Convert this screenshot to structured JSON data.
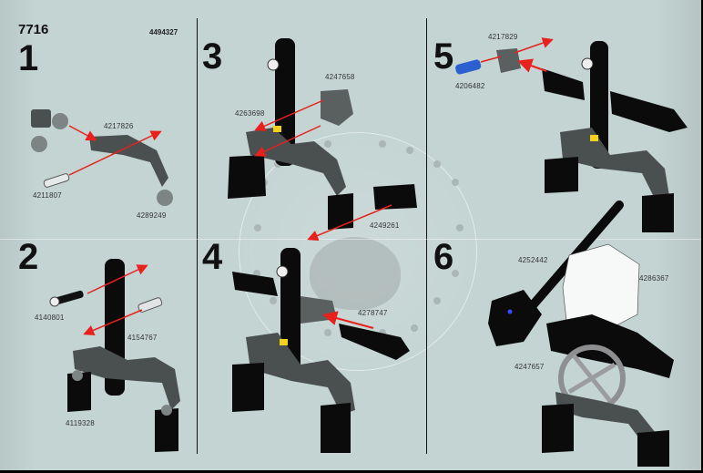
{
  "document": {
    "type": "assembly instruction page",
    "set_number": "7716",
    "booklet_code": "4494327",
    "background_color": "#c3d4d2",
    "accent_arrow_color": "#e8211c"
  },
  "steps": [
    {
      "number": "1",
      "parts": [
        "4217826",
        "4211807",
        "4289249"
      ]
    },
    {
      "number": "2",
      "parts": [
        "4140801",
        "4154767",
        "4119328"
      ]
    },
    {
      "number": "3",
      "parts": [
        "4247658",
        "4263698",
        "4249261"
      ]
    },
    {
      "number": "4",
      "parts": [
        "4278747"
      ]
    },
    {
      "number": "5",
      "parts": [
        "4217829",
        "4206482"
      ]
    },
    {
      "number": "6",
      "parts": [
        "4252442",
        "4286367",
        "4247657"
      ]
    }
  ],
  "icons": {
    "arrow": "red-assembly-arrow",
    "beam": "black-technic-beam",
    "pin": "technic-pin",
    "mask": "white-mask",
    "wheel": "grey-wheel",
    "hammer": "black-hammer"
  }
}
